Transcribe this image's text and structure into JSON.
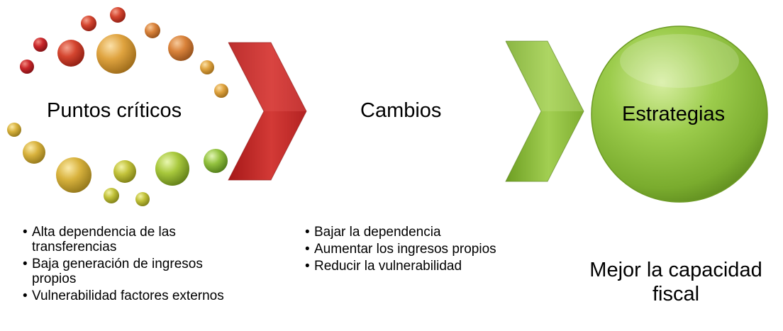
{
  "stages": {
    "puntos": {
      "title": "Puntos críticos",
      "bullets": [
        "Alta dependencia de las transferencias",
        "Baja generación de ingresos propios",
        "Vulnerabilidad factores externos"
      ]
    },
    "cambios": {
      "title": "Cambios",
      "bullets": [
        "Bajar la dependencia",
        "Aumentar los ingresos propios",
        "Reducir la vulnerabilidad"
      ]
    },
    "estrategias": {
      "title": "Estrategias",
      "result": "Mejor la capacidad fiscal"
    }
  },
  "colors": {
    "red_chevron": "#c62b2b",
    "green_chevron": "#8fc43a",
    "green_circle": "#8cc03f"
  },
  "icons": [
    "ring-of-bubbles",
    "chevron-right-red",
    "chevron-right-green",
    "circle-green"
  ]
}
